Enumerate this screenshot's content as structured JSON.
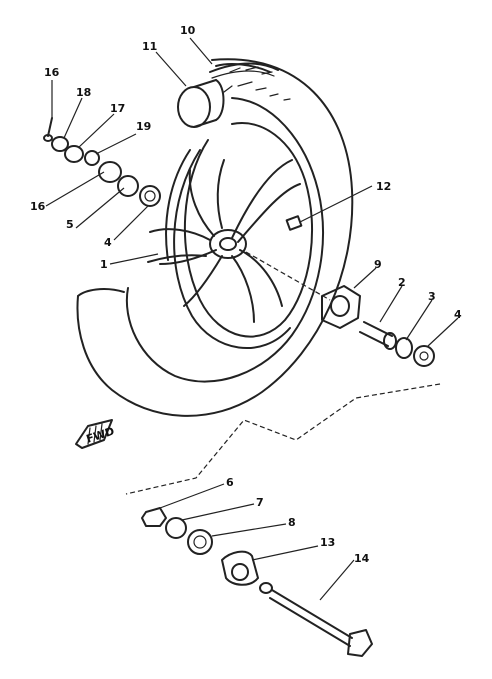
{
  "callouts": [
    {
      "id": "c10",
      "text": "10"
    },
    {
      "id": "c11",
      "text": "11"
    },
    {
      "id": "c16a",
      "text": "16"
    },
    {
      "id": "c18",
      "text": "18"
    },
    {
      "id": "c17",
      "text": "17"
    },
    {
      "id": "c19",
      "text": "19"
    },
    {
      "id": "c16b",
      "text": "16"
    },
    {
      "id": "c5a",
      "text": "5"
    },
    {
      "id": "c4a",
      "text": "4"
    },
    {
      "id": "c1",
      "text": "1"
    },
    {
      "id": "c12",
      "text": "12"
    },
    {
      "id": "c9",
      "text": "9"
    },
    {
      "id": "c2",
      "text": "2"
    },
    {
      "id": "c3",
      "text": "3"
    },
    {
      "id": "c4b",
      "text": "4"
    },
    {
      "id": "c6",
      "text": "6"
    },
    {
      "id": "c7",
      "text": "7"
    },
    {
      "id": "c8",
      "text": "8"
    },
    {
      "id": "c13",
      "text": "13"
    },
    {
      "id": "c14",
      "text": "14"
    }
  ],
  "front_marker": "FWD"
}
